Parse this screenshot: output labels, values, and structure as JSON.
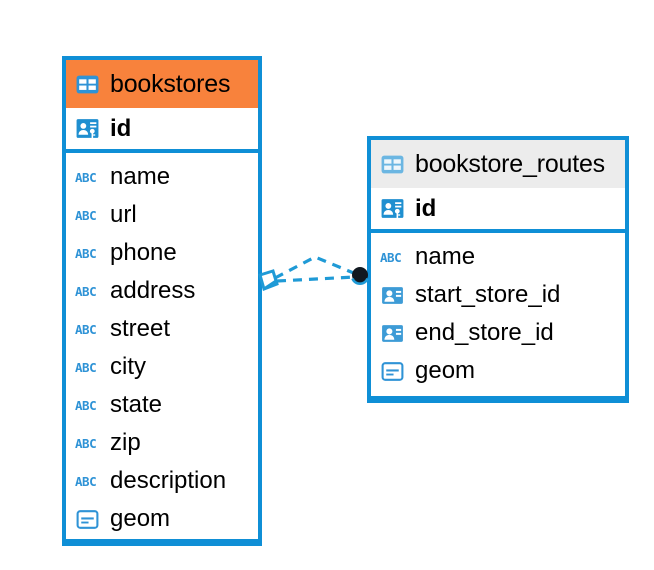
{
  "diagram": {
    "type": "entity-relationship-diagram",
    "background": "#ffffff",
    "accent_color": "#0f8fd6",
    "selected_header_color": "#f8823c",
    "plain_header_color": "#ececec"
  },
  "tables": [
    {
      "name": "bookstores",
      "header_style": "selected",
      "table_icon": "table-grid-icon",
      "primary_key": {
        "label": "id",
        "icon": "primary-key-icon"
      },
      "columns": [
        {
          "label": "name",
          "icon": "text-type-icon"
        },
        {
          "label": "url",
          "icon": "text-type-icon"
        },
        {
          "label": "phone",
          "icon": "text-type-icon"
        },
        {
          "label": "address",
          "icon": "text-type-icon"
        },
        {
          "label": "street",
          "icon": "text-type-icon"
        },
        {
          "label": "city",
          "icon": "text-type-icon"
        },
        {
          "label": "state",
          "icon": "text-type-icon"
        },
        {
          "label": "zip",
          "icon": "text-type-icon"
        },
        {
          "label": "description",
          "icon": "text-type-icon"
        },
        {
          "label": "geom",
          "icon": "geometry-type-icon"
        }
      ]
    },
    {
      "name": "bookstore_routes",
      "header_style": "plain",
      "table_icon": "table-grid-icon",
      "primary_key": {
        "label": "id",
        "icon": "primary-key-icon"
      },
      "columns": [
        {
          "label": "name",
          "icon": "text-type-icon"
        },
        {
          "label": "start_store_id",
          "icon": "foreign-key-icon"
        },
        {
          "label": "end_store_id",
          "icon": "foreign-key-icon"
        },
        {
          "label": "geom",
          "icon": "geometry-type-icon"
        }
      ]
    }
  ],
  "relationship": {
    "from_table": "bookstores",
    "to_table": "bookstore_routes",
    "line_style": "dashed",
    "color": "#1f9ad6",
    "source_marker": "crows-foot-many-marker",
    "target_marker": "filled-circle-one-marker"
  }
}
